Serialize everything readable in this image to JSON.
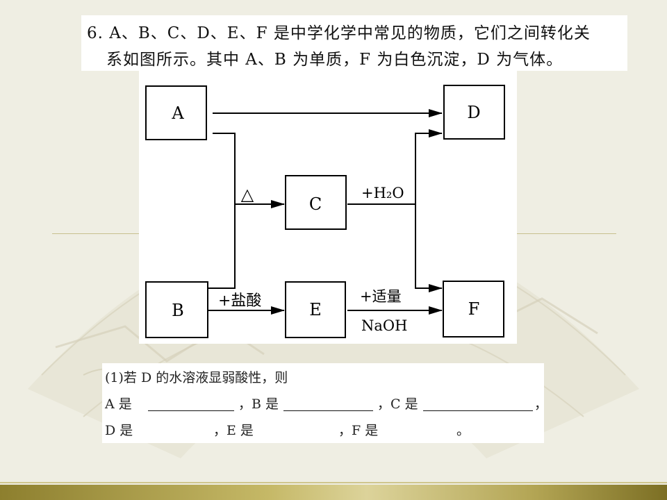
{
  "question": {
    "line1": "6. A、B、C、D、E、F 是中学化学中常见的物质，它们之间转化关",
    "line2": "系如图所示。其中 A、B 为单质，F 为白色沉淀，D 为气体。"
  },
  "diagram": {
    "nodes": {
      "A": "A",
      "B": "B",
      "C": "C",
      "D": "D",
      "E": "E",
      "F": "F"
    },
    "edge_labels": {
      "heat": "△",
      "water": "+H₂O",
      "hcl": "+盐酸",
      "naoh_top": "+适量",
      "naoh_bottom": "NaOH"
    }
  },
  "answers": {
    "prompt": "(1)若 D 的水溶液显弱酸性，则",
    "a_label": "A 是",
    "b_label": "，B 是",
    "c_label": "，C 是",
    "comma_end": "，",
    "d_label": "D 是",
    "e_label": "，E 是",
    "f_label": "，F 是",
    "period": "。"
  }
}
